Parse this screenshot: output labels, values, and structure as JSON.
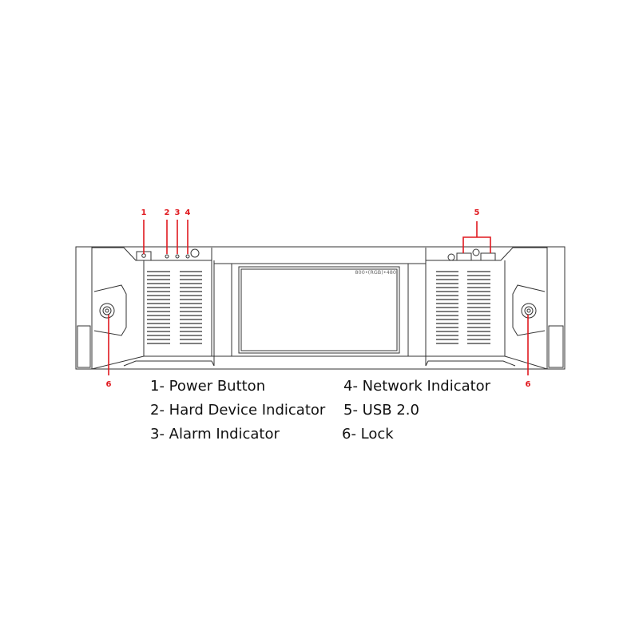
{
  "device": {
    "screen_label": "800•(RGB)•480"
  },
  "callouts": {
    "power": "1",
    "hdd": "2",
    "alarm": "3",
    "network": "4",
    "usb": "5",
    "lock_left": "6",
    "lock_right": "6"
  },
  "legend": [
    "1- Power Button",
    "2- Hard Device Indicator",
    "3- Alarm Indicator",
    "4- Network Indicator",
    "5- USB 2.0",
    "6- Lock"
  ],
  "colors": {
    "callout": "#e0191f",
    "line": "#333333"
  }
}
